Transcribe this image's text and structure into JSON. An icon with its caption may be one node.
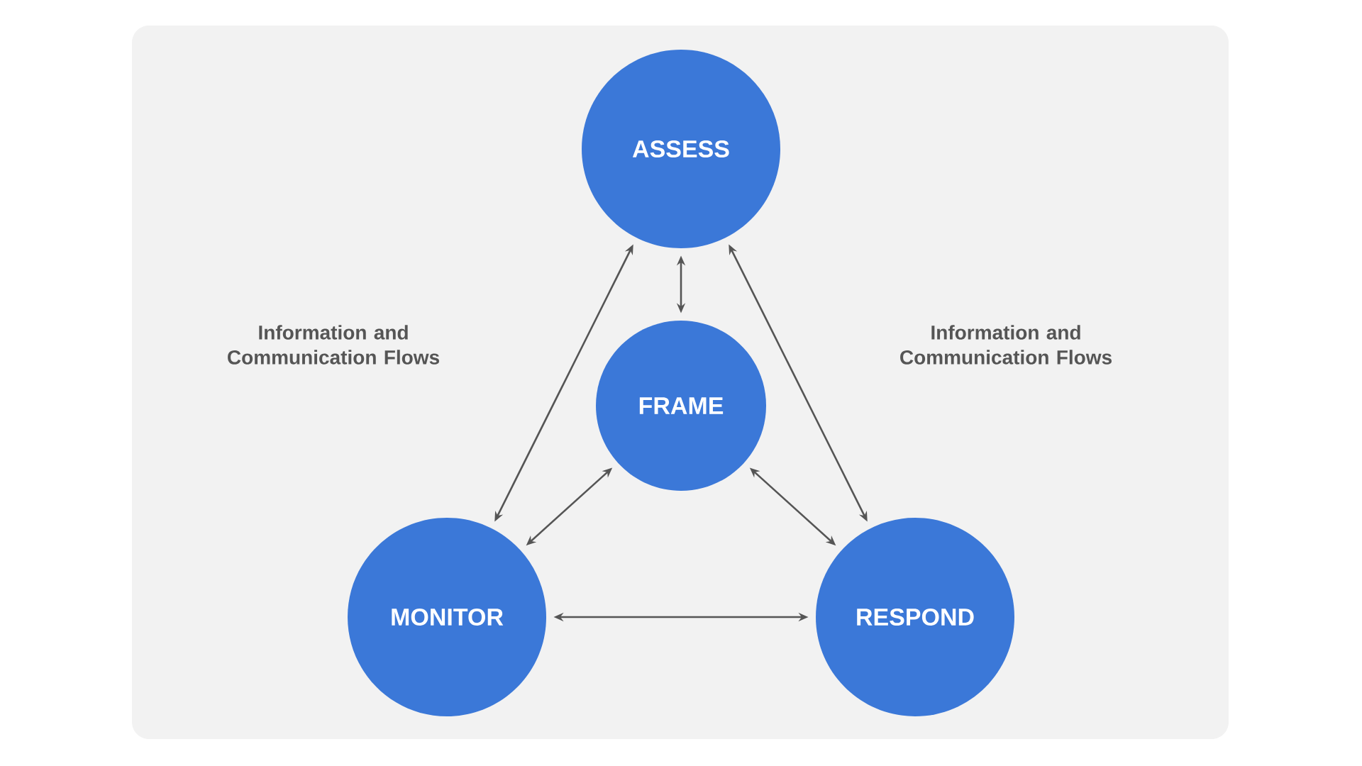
{
  "diagram": {
    "nodes": [
      {
        "text": [
          "ASSESS"
        ]
      },
      {
        "text": [
          "FRAME"
        ]
      },
      {
        "text": [
          "MONITOR"
        ]
      },
      {
        "text": [
          "RESPOND"
        ]
      }
    ],
    "edges": [
      {
        "from": 0,
        "to": 1,
        "arrow": "both"
      },
      {
        "from": 0,
        "to": 2,
        "arrow": "both"
      },
      {
        "from": 0,
        "to": 3,
        "arrow": "both"
      },
      {
        "from": 1,
        "to": 2,
        "arrow": "both"
      },
      {
        "from": 1,
        "to": 3,
        "arrow": "both"
      },
      {
        "from": 2,
        "to": 3,
        "arrow": "both"
      }
    ],
    "labels": [
      "Information and Communication Flows",
      "Information and Communication Flows"
    ]
  }
}
